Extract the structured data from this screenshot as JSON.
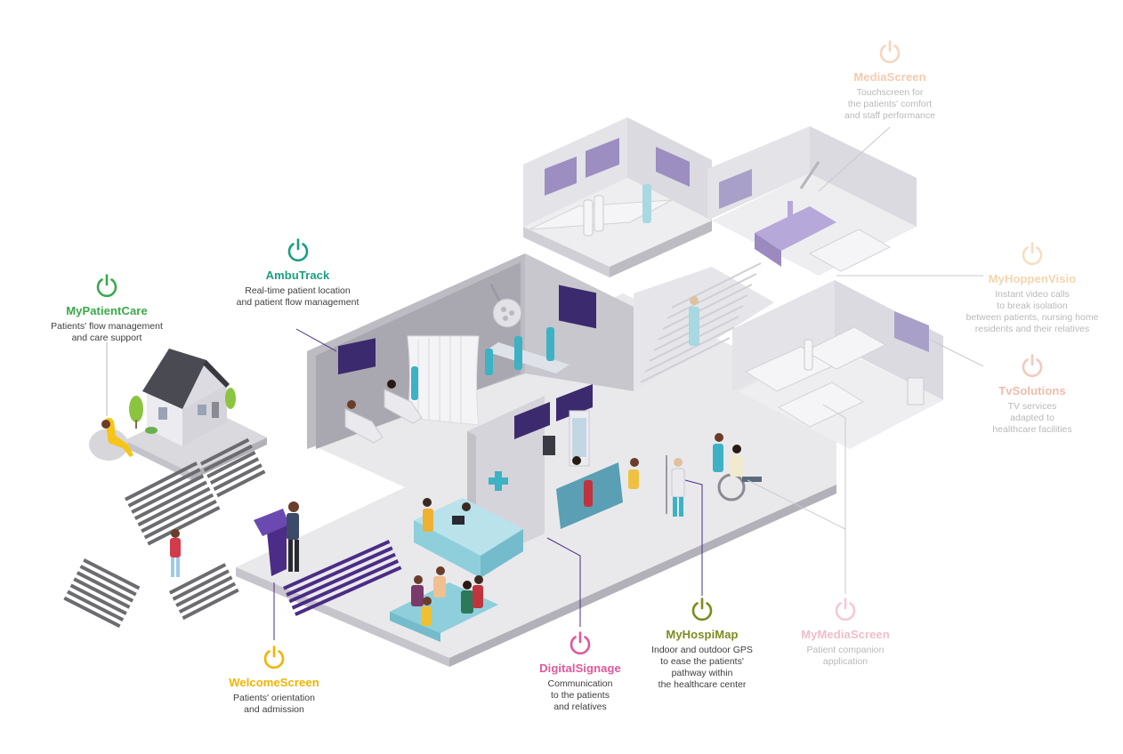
{
  "colors": {
    "mypatientcare": "#3aa94a",
    "ambutrack": "#1b9e82",
    "welcomescreen": "#f0b400",
    "digitalsignage": "#e0589a",
    "myhospimap": "#7d8b1f",
    "mymediascreen": "#eaa0b4",
    "mediascreen": "#f0b48c",
    "myhoppenvisio": "#efc48c",
    "tvsolutions": "#e6a08c",
    "wall": "#d9d9de",
    "wall_dark": "#bdbcc3",
    "floor": "#e9e9ec",
    "floor_dark": "#cfced4",
    "screen": "#3c2a6e",
    "accent_blue": "#3cb2c4",
    "crosswalk": "#6c6c70",
    "crosswalk_purple": "#4b2c86"
  },
  "callouts": {
    "mypatientcare": {
      "icon": "power-icon",
      "title": "MyPatientCare",
      "desc": "Patients' flow management\nand care support"
    },
    "ambutrack": {
      "icon": "power-icon",
      "title": "AmbuTrack",
      "desc": "Real-time patient location\nand patient flow management"
    },
    "welcomescreen": {
      "icon": "power-icon",
      "title": "WelcomeScreen",
      "desc": "Patients' orientation\nand admission"
    },
    "digitalsignage": {
      "icon": "power-icon",
      "title": "DigitalSignage",
      "desc": "Communication\nto the patients\nand relatives"
    },
    "myhospimap": {
      "icon": "power-icon",
      "title": "MyHospiMap",
      "desc": "Indoor and outdoor GPS\nto ease the patients'\npathway within\nthe healthcare center"
    },
    "mymediascreen": {
      "icon": "power-icon",
      "title": "MyMediaScreen",
      "desc": "Patient companion\napplication"
    },
    "mediascreen": {
      "icon": "power-icon",
      "title": "MediaScreen",
      "desc": "Touchscreen for\nthe patients' comfort\nand staff performance"
    },
    "myhoppenvisio": {
      "icon": "power-icon",
      "title": "MyHoppenVisio",
      "desc": "Instant video calls\nto break isolation\nbetween patients, nursing home\nresidents and their relatives"
    },
    "tvsolutions": {
      "icon": "power-icon",
      "title": "TvSolutions",
      "desc": "TV services\nadapted to\nhealthcare facilities"
    }
  }
}
